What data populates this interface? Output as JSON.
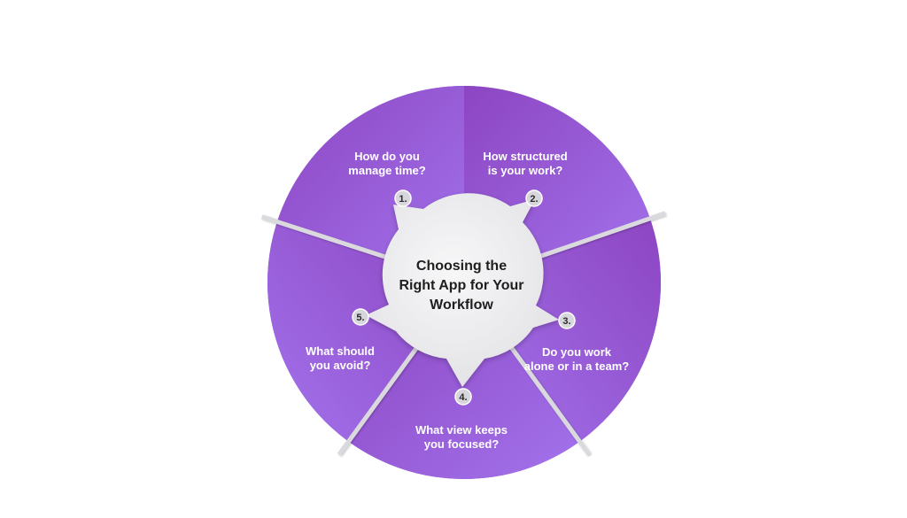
{
  "title": {
    "lines": [
      "Choosing the",
      "Right App for Your",
      "Workflow"
    ]
  },
  "segments": [
    {
      "number": "1.",
      "label_lines": [
        "How do you",
        "manage time?"
      ]
    },
    {
      "number": "2.",
      "label_lines": [
        "How structured",
        "is your work?"
      ]
    },
    {
      "number": "3.",
      "label_lines": [
        "Do you work",
        "alone or in a team?"
      ]
    },
    {
      "number": "4.",
      "label_lines": [
        "What view keeps",
        "you focused?"
      ]
    },
    {
      "number": "5.",
      "label_lines": [
        "What should",
        "you avoid?"
      ]
    }
  ],
  "colors": {
    "purple_dark": "#8f49c6",
    "purple_light": "#9f6ee8",
    "divider": "#d9d9de",
    "hub": "#f0f0f2",
    "badge": "#d6d6dc"
  }
}
